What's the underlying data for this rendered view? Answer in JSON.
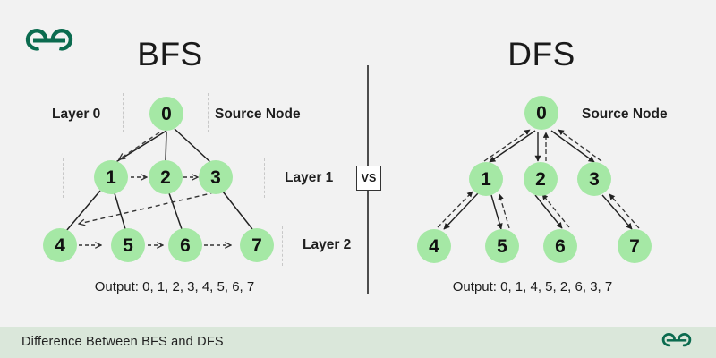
{
  "brand": {
    "logo_name": "geeksforgeeks-logo",
    "logo_color": "#0b6b4f"
  },
  "theme": {
    "background": "#f2f2f2",
    "node_fill": "#a5e8a5",
    "edge_color": "#222222",
    "footer_background": "#dae7da",
    "divider_color": "#4d4d4d"
  },
  "divider": {
    "vs_label": "VS"
  },
  "bfs": {
    "title": "BFS",
    "source_label": "Source Node",
    "layers": [
      {
        "label": "Layer 0"
      },
      {
        "label": "Layer 1"
      },
      {
        "label": "Layer 2"
      }
    ],
    "nodes": [
      {
        "id": "0",
        "label": "0"
      },
      {
        "id": "1",
        "label": "1"
      },
      {
        "id": "2",
        "label": "2"
      },
      {
        "id": "3",
        "label": "3"
      },
      {
        "id": "4",
        "label": "4"
      },
      {
        "id": "5",
        "label": "5"
      },
      {
        "id": "6",
        "label": "6"
      },
      {
        "id": "7",
        "label": "7"
      }
    ],
    "output": "Output: 0, 1, 2, 3, 4, 5, 6, 7",
    "traversal_order": [
      "0",
      "1",
      "2",
      "3",
      "4",
      "5",
      "6",
      "7"
    ]
  },
  "dfs": {
    "title": "DFS",
    "source_label": "Source Node",
    "nodes": [
      {
        "id": "0",
        "label": "0"
      },
      {
        "id": "1",
        "label": "1"
      },
      {
        "id": "2",
        "label": "2"
      },
      {
        "id": "3",
        "label": "3"
      },
      {
        "id": "4",
        "label": "4"
      },
      {
        "id": "5",
        "label": "5"
      },
      {
        "id": "6",
        "label": "6"
      },
      {
        "id": "7",
        "label": "7"
      }
    ],
    "output": "Output: 0, 1, 4, 5, 2, 6, 3, 7",
    "traversal_order": [
      "0",
      "1",
      "4",
      "5",
      "2",
      "6",
      "3",
      "7"
    ]
  },
  "footer": {
    "caption": "Difference Between BFS and DFS"
  }
}
